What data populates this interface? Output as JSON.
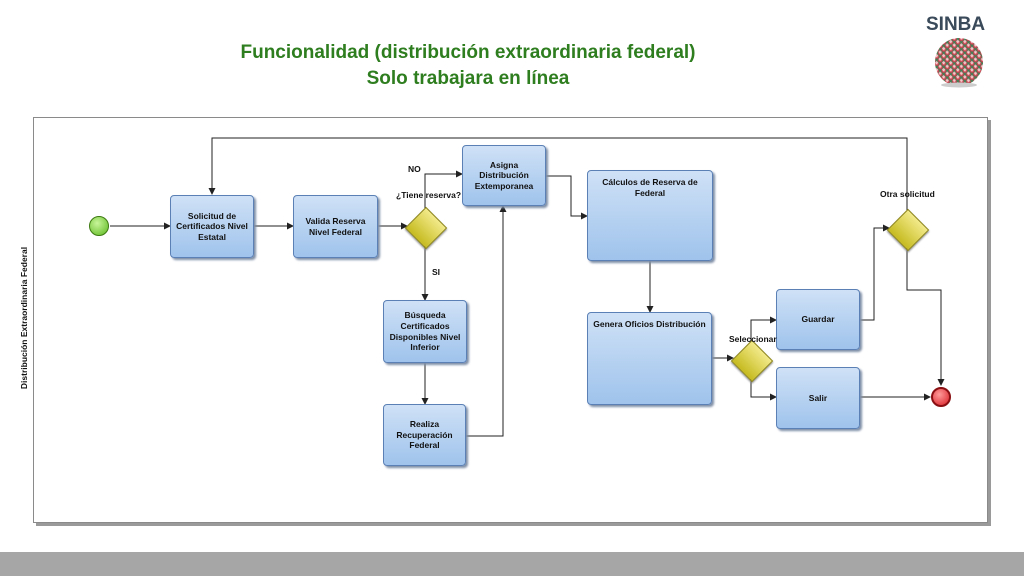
{
  "header": {
    "title_line1": "Funcionalidad (distribución extraordinaria federal)",
    "title_line2": "Solo trabajara en línea",
    "logo_text": "SINBA"
  },
  "diagram": {
    "lane_label": "Distribución Extraordinaria Federal",
    "tasks": {
      "solicitud": "Solicitud de Certificados Nivel Estatal",
      "valida": "Valida Reserva Nivel Federal",
      "asigna": "Asigna Distribución Extemporanea",
      "calculos": "Cálculos de Reserva de Federal",
      "busqueda": "Búsqueda Certificados Disponibles Nivel Inferior",
      "realiza": "Realiza Recuperación Federal",
      "genera": "Genera Oficios Distribución",
      "guardar": "Guardar",
      "salir": "Salir"
    },
    "labels": {
      "no": "NO",
      "tiene_reserva": "¿Tiene reserva?",
      "si": "SI",
      "seleccionar": "Seleccionar",
      "otra_solicitud": "Otra solicitud"
    },
    "colors": {
      "task_fill": "#a9c9ee",
      "gateway_fill": "#e0d64a",
      "start_event": "#7ed321",
      "end_event": "#e8262c",
      "title_green": "#2e7d1f"
    }
  }
}
